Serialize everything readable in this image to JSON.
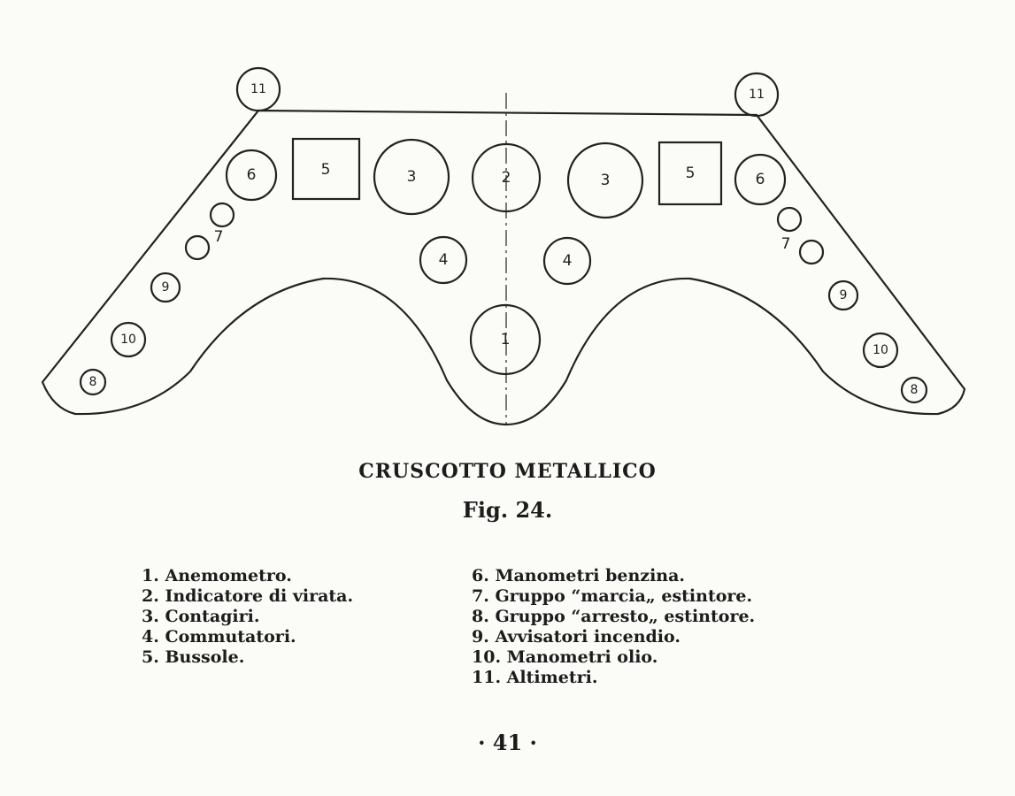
{
  "diagram": {
    "labels": {
      "anemometer": "1",
      "turn_indicator": "2",
      "tachometer": "3",
      "switches": "4",
      "compass": "5",
      "fuel_gauge": "6",
      "extinguisher_run": "7",
      "extinguisher_stop": "8",
      "fire_warning": "9",
      "oil_gauge": "10",
      "altimeter": "11"
    }
  },
  "caption": {
    "title": "CRUSCOTTO METALLICO",
    "figure": "Fig. 24."
  },
  "legend": {
    "left": [
      "1. Anemometro.",
      "2. Indicatore di virata.",
      "3. Contagiri.",
      "4. Commutatori.",
      "5. Bussole."
    ],
    "right": [
      "6. Manometri benzina.",
      "7. Gruppo “marcia„ estintore.",
      "8. Gruppo “arresto„ estintore.",
      "9. Avvisatori incendio.",
      "10. Manometri olio.",
      "11. Altimetri."
    ]
  },
  "page_number": "· 41 ·"
}
